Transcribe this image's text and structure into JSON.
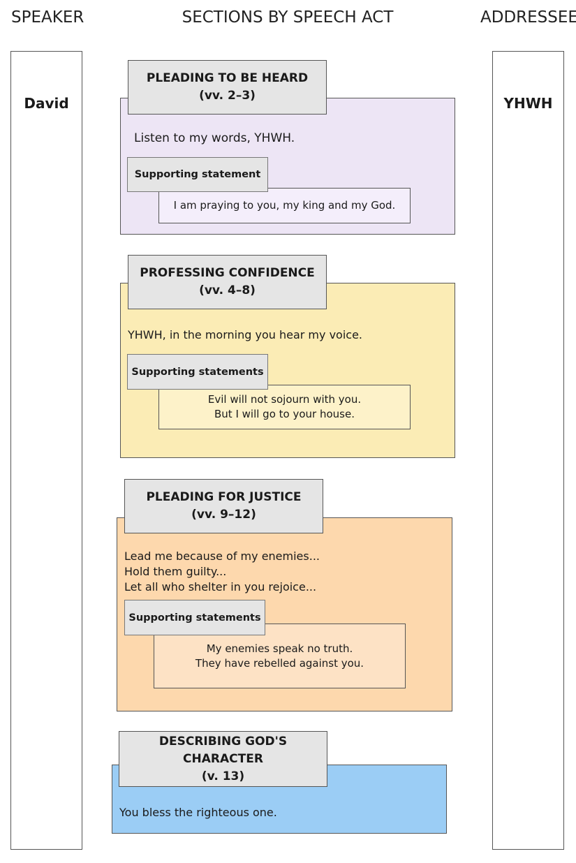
{
  "headers": {
    "speaker": "SPEAKER",
    "sections": "SECTIONS BY SPEECH ACT",
    "addressee": "ADDRESSEE"
  },
  "speaker": {
    "name": "David"
  },
  "addressee": {
    "name": "YHWH"
  },
  "sections": [
    {
      "title": "PLEADING TO BE HEARD",
      "verses": "(vv. 2–3)",
      "color": "#ede5f5",
      "lines": [
        "Listen to my words, YHWH."
      ],
      "support_label": "Supporting statement",
      "support_color": "#f4eefb",
      "support_lines": [
        "I am praying to you, my king and my God."
      ]
    },
    {
      "title": "PROFESSING CONFIDENCE",
      "verses": "(vv. 4–8)",
      "color": "#fbecb5",
      "lines": [
        "YHWH, in the morning you hear my voice."
      ],
      "support_label": "Supporting statements",
      "support_color": "#fdf2c9",
      "support_lines": [
        "Evil will not sojourn with you.",
        "But I will go to your house."
      ]
    },
    {
      "title": "PLEADING FOR JUSTICE",
      "verses": "(vv. 9–12)",
      "color": "#fdd8ad",
      "lines": [
        "Lead me because of my enemies...",
        "Hold them guilty...",
        "Let all who shelter in you rejoice..."
      ],
      "support_label": "Supporting statements",
      "support_color": "#fde2c5",
      "support_lines": [
        "My enemies speak no truth.",
        "They have rebelled against you."
      ]
    },
    {
      "title": "DESCRIBING GOD'S CHARACTER",
      "verses": "(v. 13)",
      "color": "#9bcdf5",
      "lines": [
        "You bless the righteous one."
      ]
    }
  ]
}
